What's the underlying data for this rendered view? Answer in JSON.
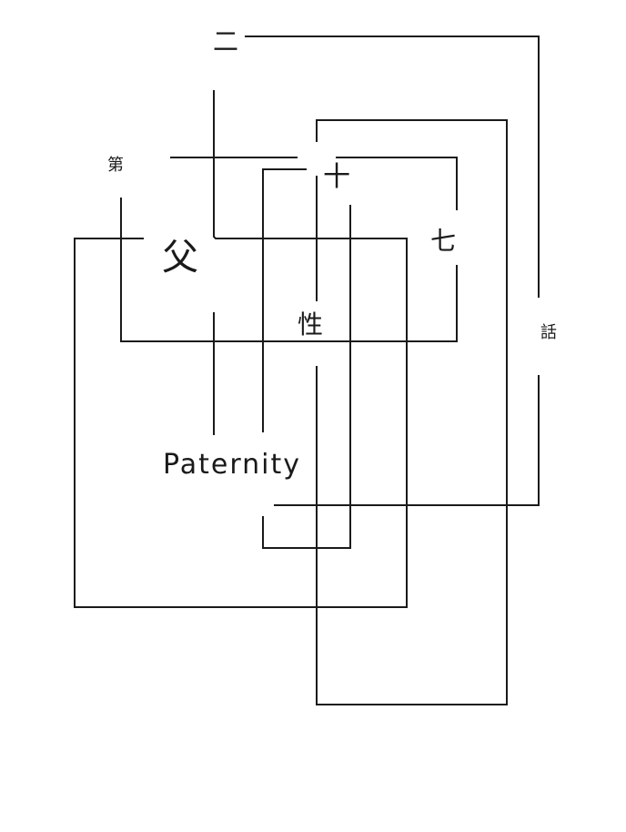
{
  "title": {
    "char_dai": "第",
    "char_ni": "二",
    "char_ju": "十",
    "char_nana": "七",
    "char_wa": "話",
    "char_chichi": "父",
    "char_sei": "性",
    "english": "Paternity"
  },
  "colors": {
    "line": "#1a1a1a",
    "background": "#ffffff"
  }
}
